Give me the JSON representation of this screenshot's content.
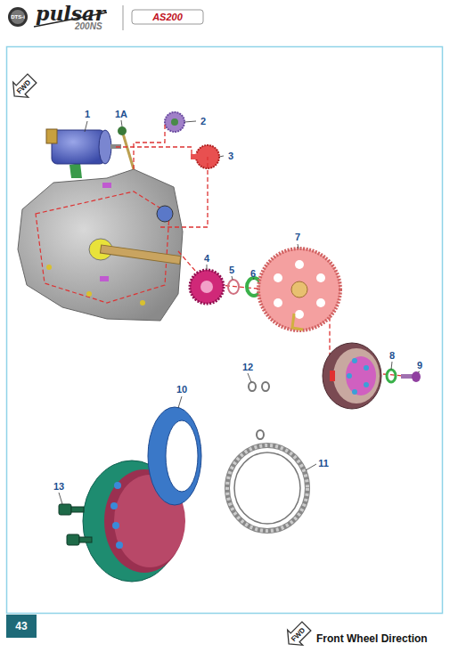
{
  "diagram": {
    "labels": [
      "DTS-i",
      "pulsar",
      "200NS",
      "AS200",
      "FWD",
      "1",
      "1A",
      "2",
      "3",
      "4",
      "5",
      "6",
      "7",
      "8",
      "9",
      "10",
      "11",
      "12",
      "13",
      "43",
      "FWD",
      "Front Wheel Direction"
    ]
  }
}
